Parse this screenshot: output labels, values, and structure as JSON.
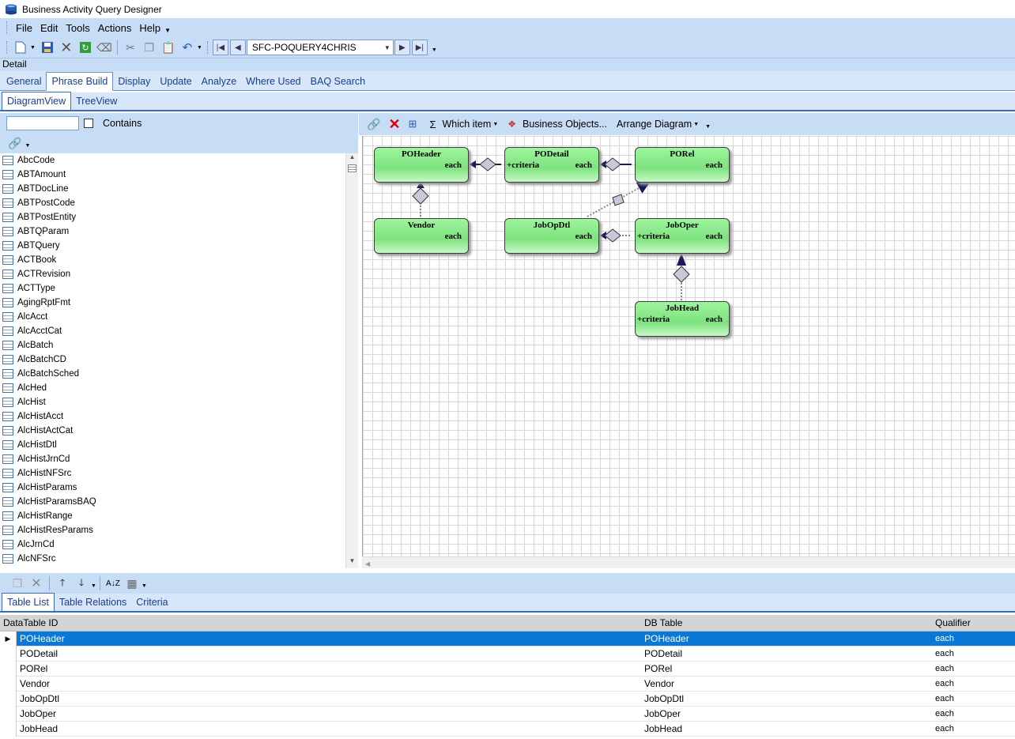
{
  "window": {
    "title": "Business Activity Query Designer"
  },
  "menu": [
    "File",
    "Edit",
    "Tools",
    "Actions",
    "Help"
  ],
  "toolbar": {
    "query_id": "SFC-POQUERY4CHRIS"
  },
  "detail_label": "Detail",
  "main_tabs": [
    "General",
    "Phrase Build",
    "Display",
    "Update",
    "Analyze",
    "Where Used",
    "BAQ Search"
  ],
  "view_tabs": [
    "DiagramView",
    "TreeView"
  ],
  "filter": {
    "value": "",
    "contains_label": "Contains"
  },
  "table_list": [
    "AbcCode",
    "ABTAmount",
    "ABTDocLine",
    "ABTPostCode",
    "ABTPostEntity",
    "ABTQParam",
    "ABTQuery",
    "ACTBook",
    "ACTRevision",
    "ACTType",
    "AgingRptFmt",
    "AlcAcct",
    "AlcAcctCat",
    "AlcBatch",
    "AlcBatchCD",
    "AlcBatchSched",
    "AlcHed",
    "AlcHist",
    "AlcHistAcct",
    "AlcHistActCat",
    "AlcHistDtl",
    "AlcHistJrnCd",
    "AlcHistNFSrc",
    "AlcHistParams",
    "AlcHistParamsBAQ",
    "AlcHistRange",
    "AlcHistResParams",
    "AlcJrnCd",
    "AlcNFSrc"
  ],
  "diagram_toolbar": {
    "which_item": "Which item",
    "business_objects": "Business Objects...",
    "arrange": "Arrange Diagram"
  },
  "diagram_nodes": [
    {
      "name": "POHeader",
      "left": "",
      "right": "each"
    },
    {
      "name": "PODetail",
      "left": "+criteria",
      "right": "each"
    },
    {
      "name": "PORel",
      "left": "",
      "right": "each"
    },
    {
      "name": "Vendor",
      "left": "",
      "right": "each"
    },
    {
      "name": "JobOpDtl",
      "left": "",
      "right": "each"
    },
    {
      "name": "JobOper",
      "left": "+criteria",
      "right": "each"
    },
    {
      "name": "JobHead",
      "left": "+criteria",
      "right": "each"
    }
  ],
  "bottom_tabs": [
    "Table List",
    "Table Relations",
    "Criteria"
  ],
  "grid": {
    "headers": [
      "DataTable ID",
      "DB Table",
      "Qualifier"
    ],
    "rows": [
      [
        "POHeader",
        "POHeader",
        "each"
      ],
      [
        "PODetail",
        "PODetail",
        "each"
      ],
      [
        "PORel",
        "PORel",
        "each"
      ],
      [
        "Vendor",
        "Vendor",
        "each"
      ],
      [
        "JobOpDtl",
        "JobOpDtl",
        "each"
      ],
      [
        "JobOper",
        "JobOper",
        "each"
      ],
      [
        "JobHead",
        "JobHead",
        "each"
      ]
    ]
  },
  "colors": {
    "selected_row": "#0a78d7",
    "node_fill": "#8cec8c",
    "toolbar_bg": "#c7dcf5"
  }
}
